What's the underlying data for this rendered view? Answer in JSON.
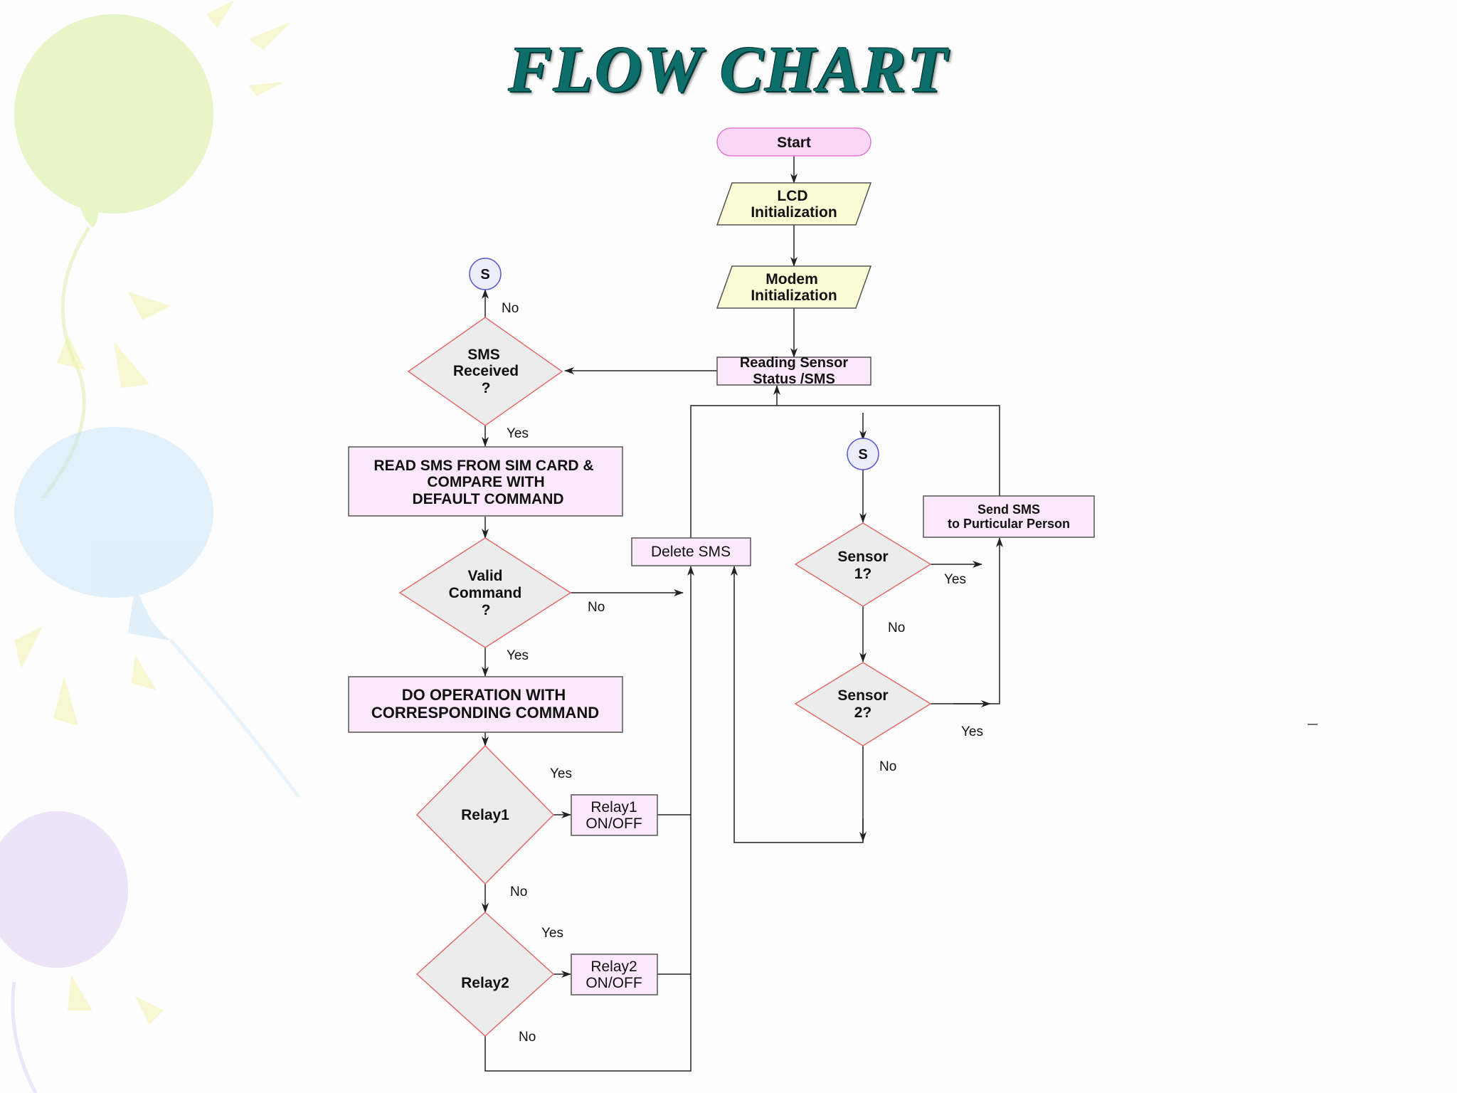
{
  "title": "FLOW CHART",
  "colors": {
    "title": "#0e6f6a",
    "terminator_fill": "#f9d6f5",
    "io_fill": "#fbfbd6",
    "process_fill": "#fbe9fb",
    "decision_fill": "#ececec",
    "decision_stroke": "#e06a6a",
    "connector_fill": "#ececfb",
    "connector_stroke": "#5a5ad0",
    "line": "#222222"
  },
  "nodes": {
    "start": "Start",
    "lcd_init": [
      "LCD",
      "Initialization"
    ],
    "modem_init": [
      "Modem",
      "Initialization"
    ],
    "reading_sensor": [
      "Reading Sensor",
      "Status /SMS"
    ],
    "connector_top": "S",
    "sms_received": [
      "SMS",
      "Received",
      "?"
    ],
    "read_sms": [
      "READ SMS FROM SIM CARD &",
      "COMPARE WITH",
      "DEFAULT COMMAND"
    ],
    "valid_command": [
      "Valid",
      "Command",
      "?"
    ],
    "do_operation": [
      "DO OPERATION WITH",
      "CORRESPONDING COMMAND"
    ],
    "relay1": "Relay1",
    "relay1_onoff": [
      "Relay1",
      "ON/OFF"
    ],
    "relay2": "Relay2",
    "relay2_onoff": [
      "Relay2",
      "ON/OFF"
    ],
    "delete_sms": "Delete SMS",
    "connector_right": "S",
    "sensor1": [
      "Sensor",
      "1?"
    ],
    "sensor2": [
      "Sensor",
      "2?"
    ],
    "send_sms": [
      "Send SMS",
      "to Purticular Person"
    ]
  },
  "edge_labels": {
    "sms_no": "No",
    "sms_yes": "Yes",
    "valid_no": "No",
    "valid_yes": "Yes",
    "relay1_yes": "Yes",
    "relay1_no": "No",
    "relay2_yes": "Yes",
    "relay2_no": "No",
    "sensor1_yes": "Yes",
    "sensor1_no": "No",
    "sensor2_yes": "Yes",
    "sensor2_no": "No"
  }
}
